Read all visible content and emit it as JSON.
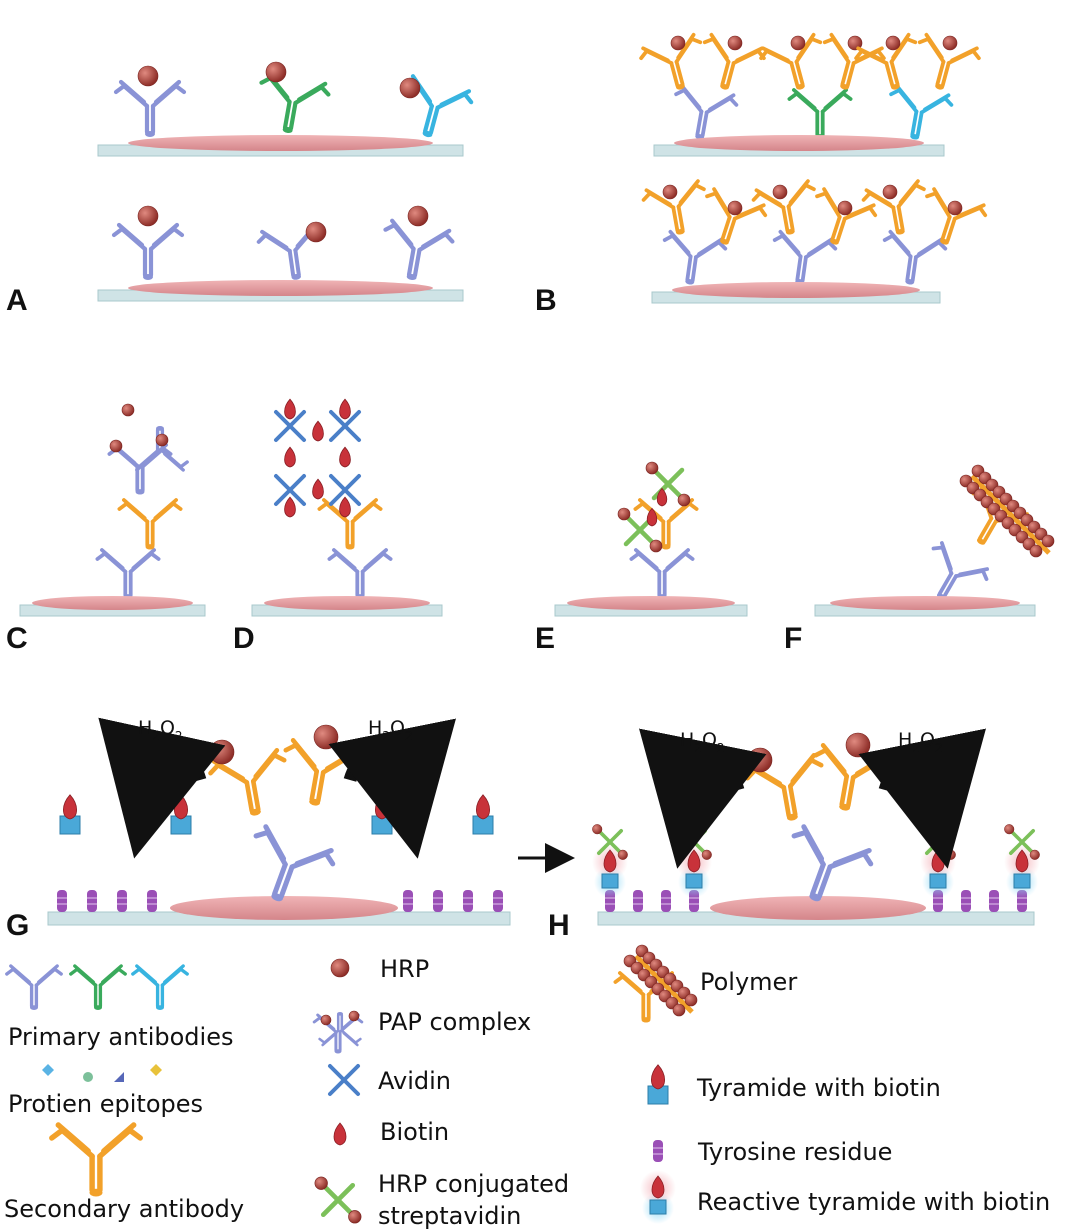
{
  "colors": {
    "primary_blue": "#8a93d6",
    "primary_green": "#3aaa5c",
    "primary_cyan": "#38b4e0",
    "secondary_orange": "#f2a12a",
    "hrp_red": "#b0403a",
    "tissue_pink": "#e39a9e",
    "slide": "#cfe3e6",
    "avidin_blue": "#4a7fc8",
    "biotin_red": "#c8323a",
    "strep_green": "#7cc05a",
    "tyrosine_purple": "#9a4fb6",
    "tyramide_cyan": "#4aa8d8"
  },
  "panels": {
    "a": "A",
    "b": "B",
    "c": "C",
    "d": "D",
    "e": "E",
    "f": "F",
    "g": "G",
    "h": "H"
  },
  "reagent": {
    "h2o2_main": "H",
    "h2o2_sub": "2",
    "h2o2_o": "O"
  },
  "legend": {
    "primary_antibodies": "Primary antibodies",
    "protein_epitopes": "Protien epitopes",
    "secondary_antibody": "Secondary antibody",
    "hrp": "HRP",
    "pap_complex": "PAP complex",
    "avidin": "Avidin",
    "biotin": "Biotin",
    "hrp_streptavidin_line1": "HRP conjugated",
    "hrp_streptavidin_line2": "streptavidin",
    "polymer": "Polymer",
    "tyramide_biotin": "Tyramide with biotin",
    "tyrosine_residue": "Tyrosine residue",
    "reactive_tyramide": "Reactive tyramide with biotin"
  }
}
